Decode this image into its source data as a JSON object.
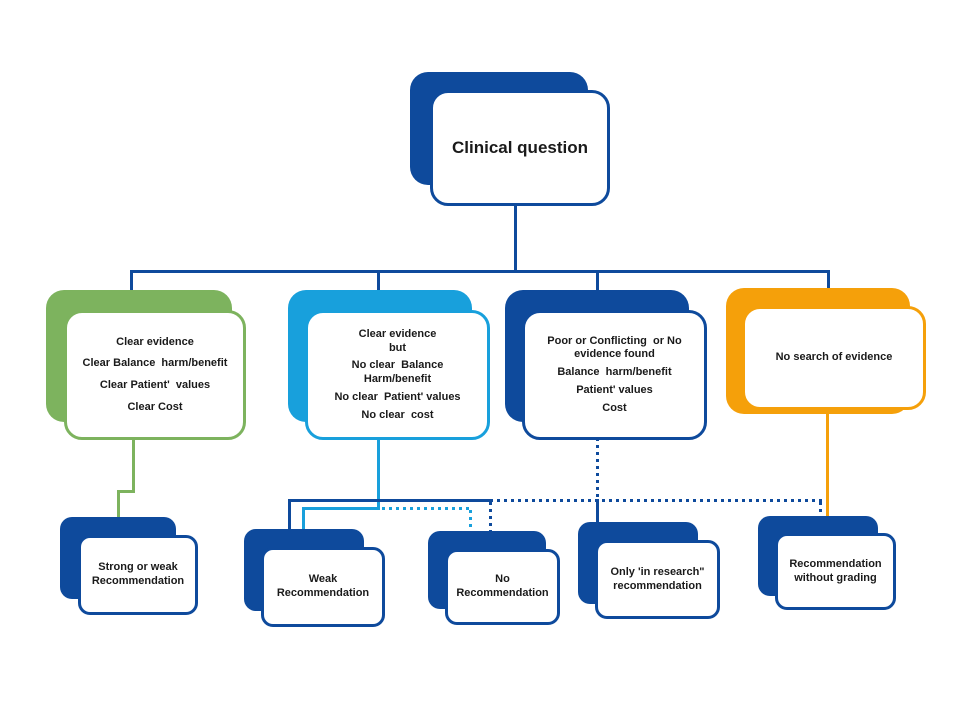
{
  "colors": {
    "dark_blue": "#0E4A9C",
    "light_blue": "#18A0DC",
    "green": "#7DB35E",
    "orange": "#F5A00A"
  },
  "title": {
    "label": "Clinical question"
  },
  "branches": [
    {
      "name": "clear-evidence",
      "accent": "green",
      "paragraphs": [
        "Clear evidence",
        "Clear Balance  harm/benefit",
        "Clear Patient'  values",
        "Clear Cost"
      ]
    },
    {
      "name": "clear-evidence-but",
      "accent": "light_blue",
      "paragraphs": [
        "Clear evidence\nbut",
        "No clear  Balance\nHarm/benefit",
        "No clear  Patient' values",
        "No clear  cost"
      ]
    },
    {
      "name": "poor-conflicting-no-evidence",
      "accent": "dark_blue",
      "paragraphs": [
        "Poor or Conflicting  or No\nevidence found",
        "Balance  harm/benefit",
        "Patient' values",
        "Cost"
      ]
    },
    {
      "name": "no-search-of-evidence",
      "accent": "orange",
      "paragraphs": [
        "No search of evidence"
      ]
    }
  ],
  "outcomes": [
    {
      "name": "strong-or-weak-recommendation",
      "label": "Strong or weak\nRecommendation"
    },
    {
      "name": "weak-recommendation",
      "label": "Weak\nRecommendation"
    },
    {
      "name": "no-recommendation",
      "label": "No\nRecommendation"
    },
    {
      "name": "only-in-research-recommendation",
      "label": "Only 'in research\"\nrecommendation"
    },
    {
      "name": "recommendation-without-grading",
      "label": "Recommendation\nwithout grading"
    }
  ]
}
